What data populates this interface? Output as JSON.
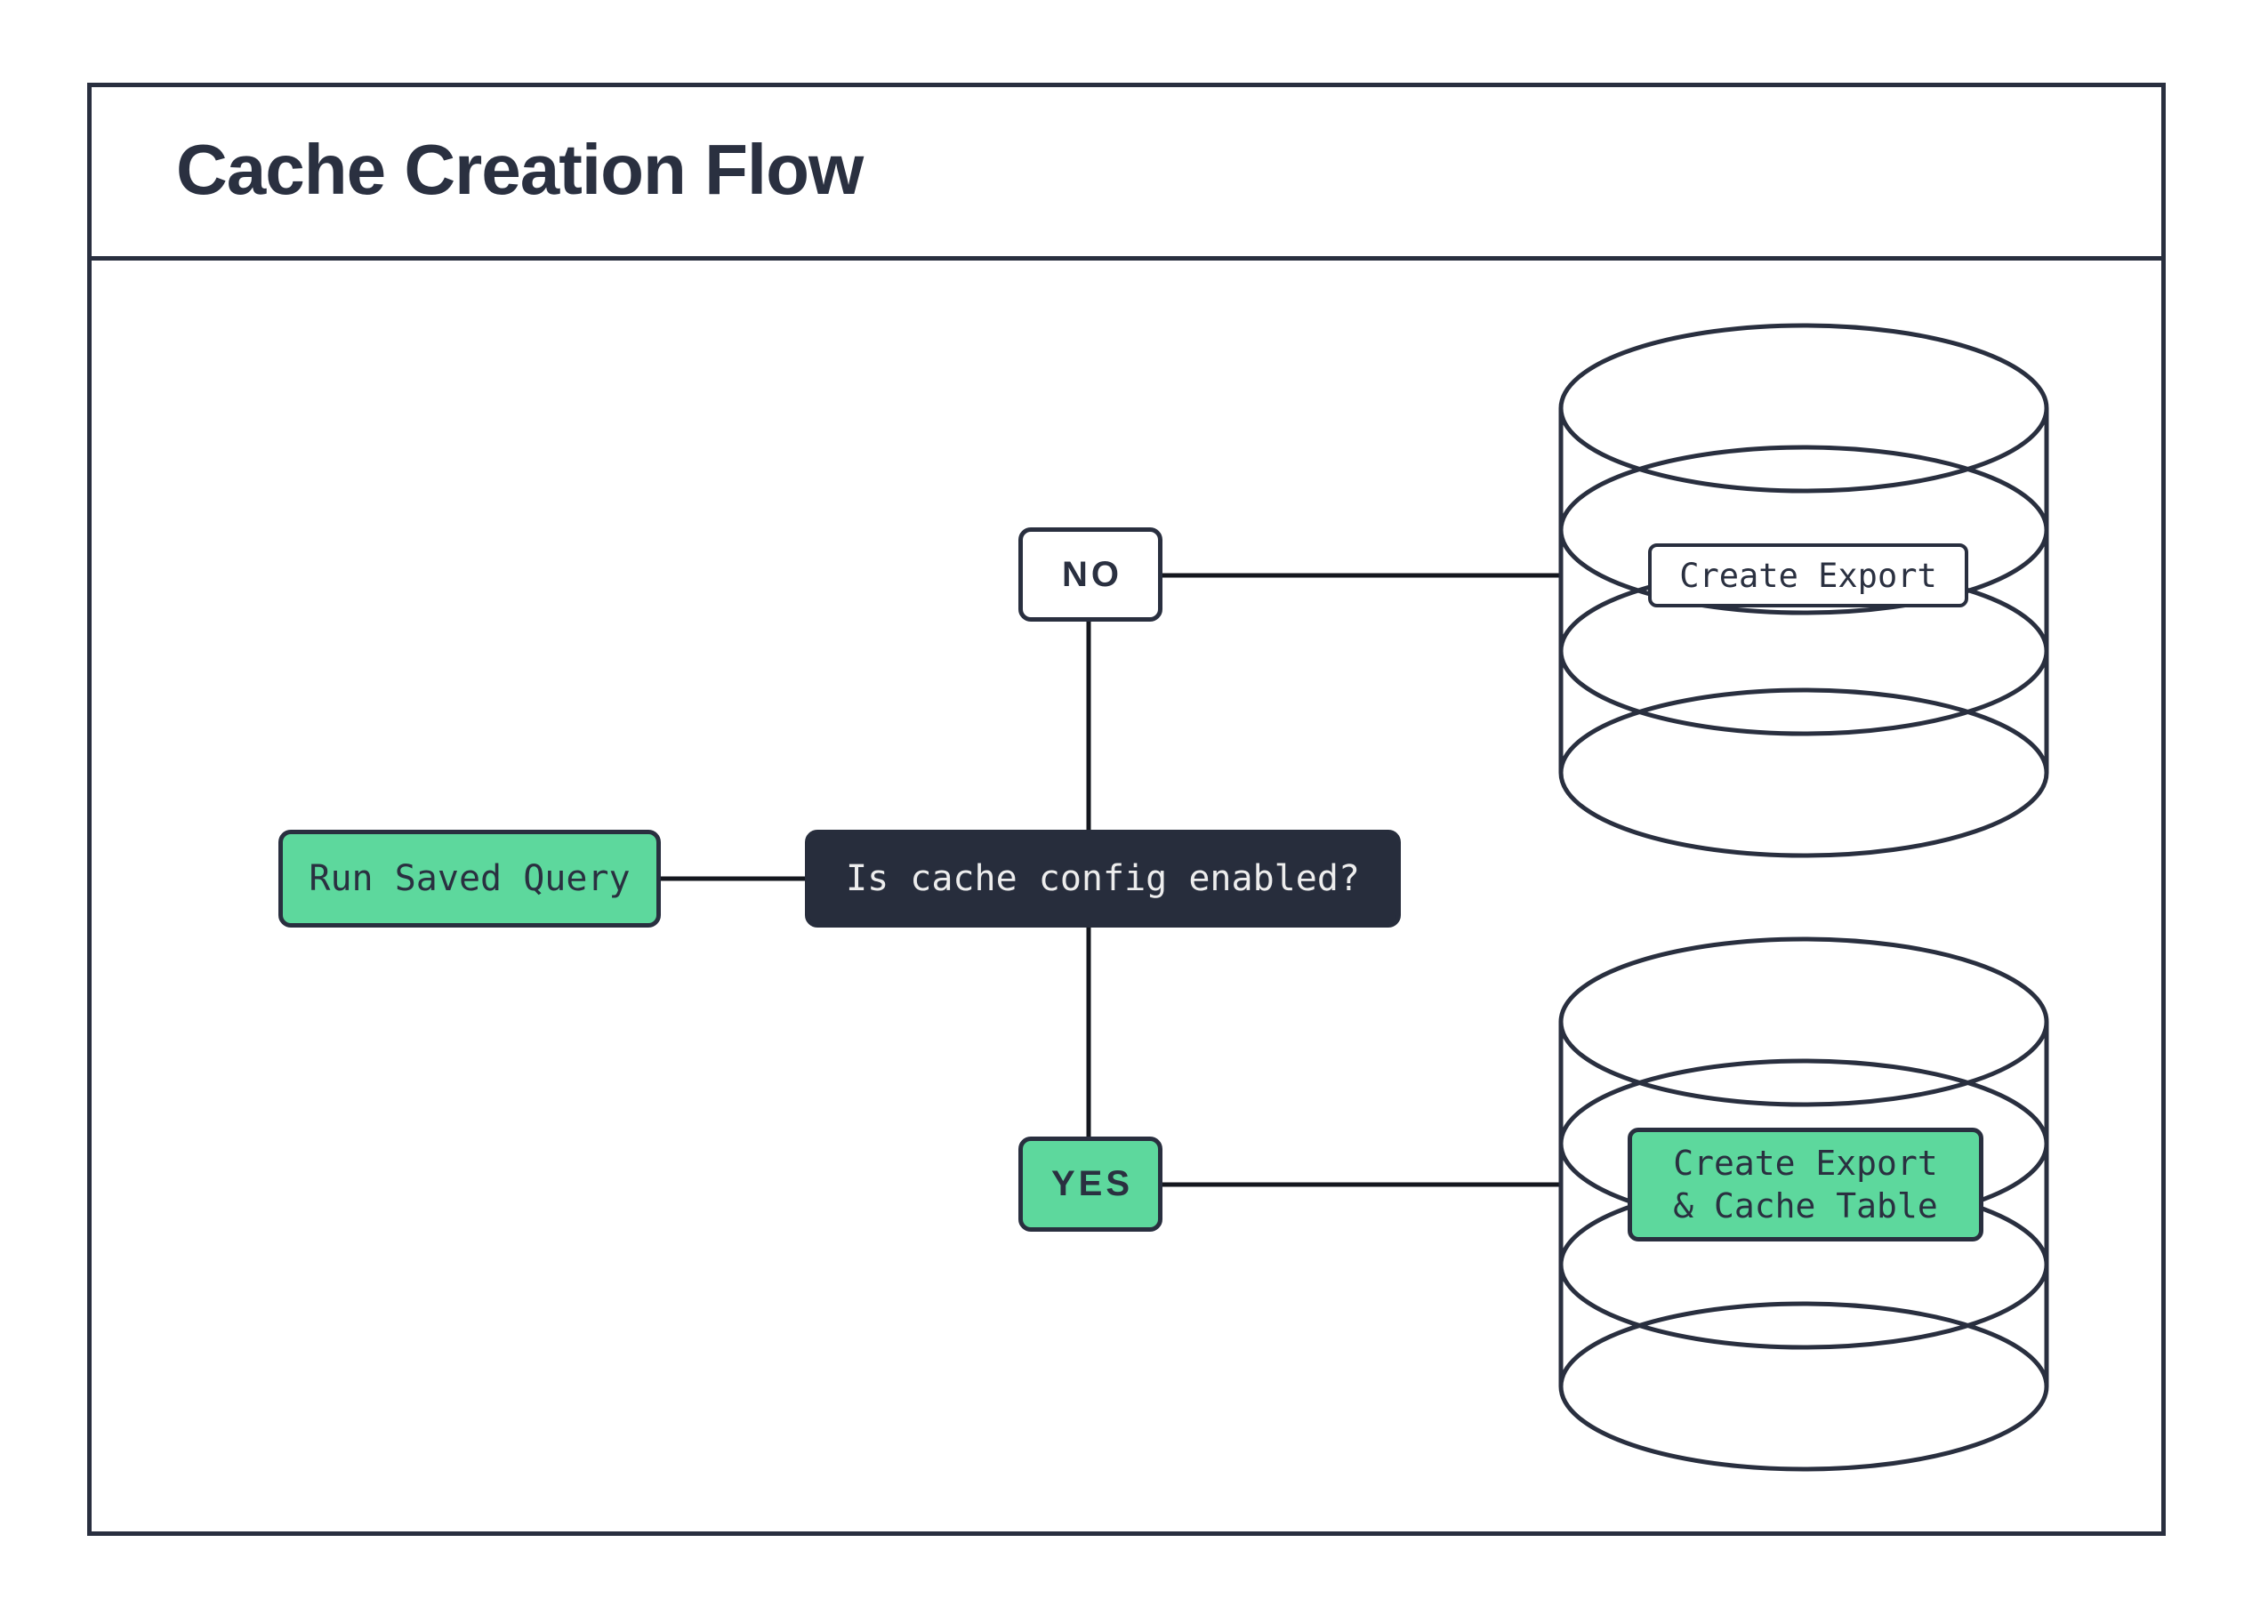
{
  "title": "Cache Creation Flow",
  "colors": {
    "navy": "#292f3f",
    "decision_fill": "#272d3c",
    "green": "#5dd89d",
    "light_text": "#ededed",
    "connector": "#14171e",
    "background": "#ffffff"
  },
  "flow": {
    "start_label": "Run Saved Query",
    "decision_label": "Is cache config enabled?",
    "no_label": "NO",
    "yes_label": "YES",
    "no_result_label": "Create Export",
    "yes_result_lines": [
      "Create Export",
      "& Cache Table"
    ]
  }
}
